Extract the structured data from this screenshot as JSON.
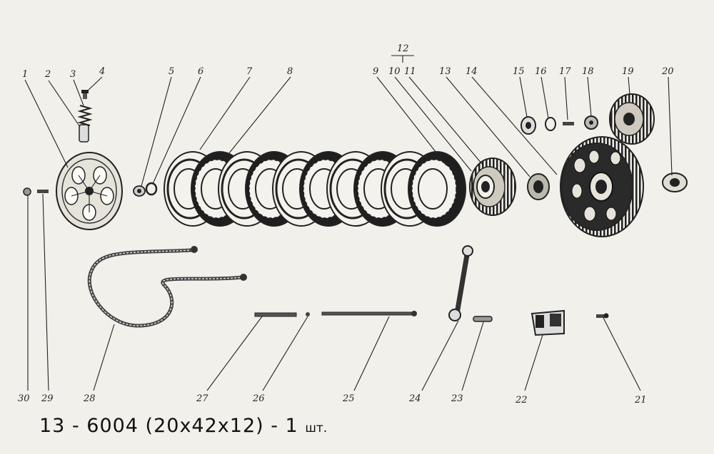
{
  "figure": {
    "callouts": [
      "1",
      "2",
      "3",
      "4",
      "5",
      "6",
      "7",
      "8",
      "9",
      "10",
      "11",
      "12",
      "13",
      "14",
      "15",
      "16",
      "17",
      "18",
      "19",
      "20",
      "21",
      "22",
      "23",
      "24",
      "25",
      "26",
      "27",
      "28",
      "29",
      "30"
    ],
    "caption": {
      "main": "13 - 6004 (20x42x12) - 1",
      "unit": "шт."
    }
  },
  "colors": {
    "background": "#f2f0ea",
    "ink": "#1f1f1f"
  }
}
